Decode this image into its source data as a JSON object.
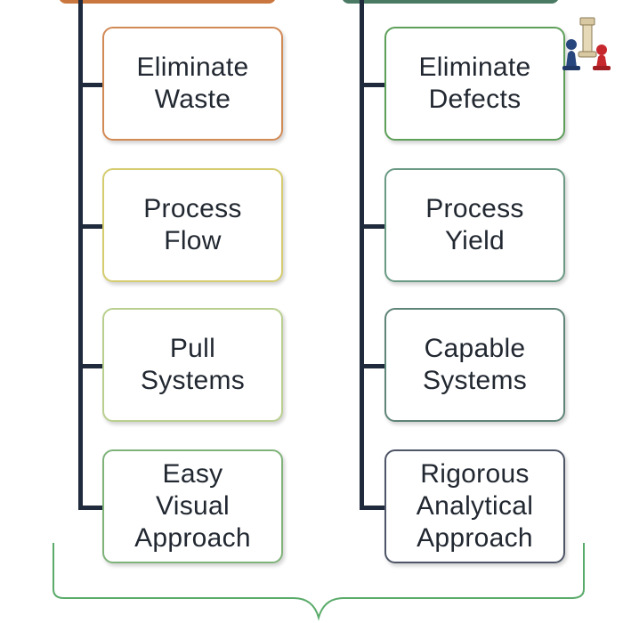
{
  "diagram": {
    "left_column": {
      "header_color": "#c9773e",
      "items": [
        {
          "label": "Eliminate\nWaste",
          "border": "#d28a55"
        },
        {
          "label": "Process\nFlow",
          "border": "#d4cc6e"
        },
        {
          "label": "Pull\nSystems",
          "border": "#b9cf8f"
        },
        {
          "label": "Easy\nVisual\nApproach",
          "border": "#7fb37a"
        }
      ]
    },
    "right_column": {
      "header_color": "#4a7a64",
      "items": [
        {
          "label": "Eliminate\nDefects",
          "border": "#5ea05a"
        },
        {
          "label": "Process\nYield",
          "border": "#6a9a84"
        },
        {
          "label": "Capable\nSystems",
          "border": "#5f8478"
        },
        {
          "label": "Rigorous\nAnalytical\nApproach",
          "border": "#4d5566"
        }
      ]
    },
    "connector_color": "#1f2a3c",
    "bracket_color": "#5aab6a"
  },
  "watermark": {
    "icon": "chess-pieces-icon"
  }
}
